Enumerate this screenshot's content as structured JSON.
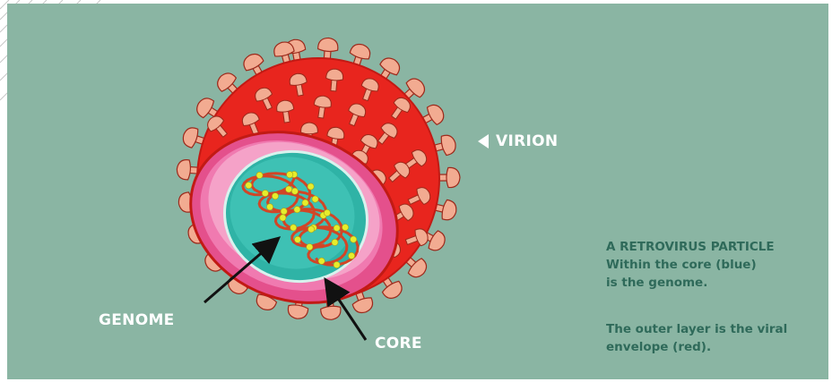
{
  "labels": {
    "virion": "VIRION",
    "genome": "GENOME",
    "core": "CORE"
  },
  "caption": {
    "lines": [
      "A RETROVIRUS PARTICLE",
      "Within the core (blue)",
      "is the genome."
    ],
    "second_lines": [
      "The outer layer is the viral",
      "envelope (red)."
    ]
  },
  "icons": {
    "virion_pointer": "left-triangle-icon"
  },
  "colors": {
    "background": "#8ab5a3",
    "envelope": "#e8251e",
    "envelope_inner": "#e4508c",
    "spikes": "#f2ab91",
    "core": "#2fb3a6",
    "genome_strand": "#d24526",
    "genome_dots": "#e6ec2c",
    "label_text": "#ffffff",
    "caption_text": "#2f6a5a"
  }
}
